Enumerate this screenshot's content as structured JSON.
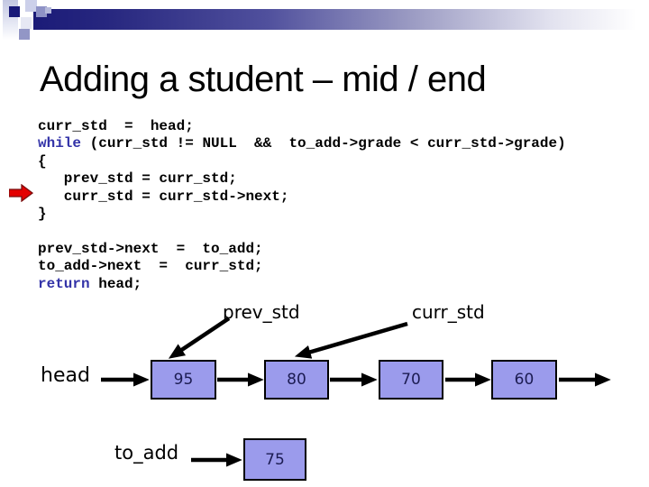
{
  "slide": {
    "title": "Adding a student – mid / end"
  },
  "code": {
    "text_color": "#000000",
    "keyword_color": "#3333a8",
    "lines": [
      [
        {
          "text": "curr_std  =  head;",
          "kw": false
        }
      ],
      [
        {
          "text": "while",
          "kw": true
        },
        {
          "text": " (curr_std != NULL  &&  to_add->grade < curr_std->grade)",
          "kw": false
        }
      ],
      [
        {
          "text": "{",
          "kw": false
        }
      ],
      [
        {
          "text": "   prev_std = curr_std;",
          "kw": false
        }
      ],
      [
        {
          "text": "   curr_std = curr_std->next;",
          "kw": false
        }
      ],
      [
        {
          "text": "}",
          "kw": false
        }
      ],
      [],
      [
        {
          "text": "prev_std->next  =  to_add;",
          "kw": false
        }
      ],
      [
        {
          "text": "to_add->next  =  curr_std;",
          "kw": false
        }
      ],
      [
        {
          "text": "return",
          "kw": true
        },
        {
          "text": " head;",
          "kw": false
        }
      ]
    ]
  },
  "diagram": {
    "node_fill": "#9b9bec",
    "node_text_color": "#1c1c52",
    "arrow_color": "#000000",
    "highlight_arrow_color": "#e30000",
    "labels": {
      "head": "head",
      "prev": "prev_std",
      "curr": "curr_std",
      "to_add": "to_add"
    },
    "nodes": [
      {
        "value": "95"
      },
      {
        "value": "80"
      },
      {
        "value": "70"
      },
      {
        "value": "60"
      }
    ],
    "to_add_node": {
      "value": "75"
    }
  }
}
